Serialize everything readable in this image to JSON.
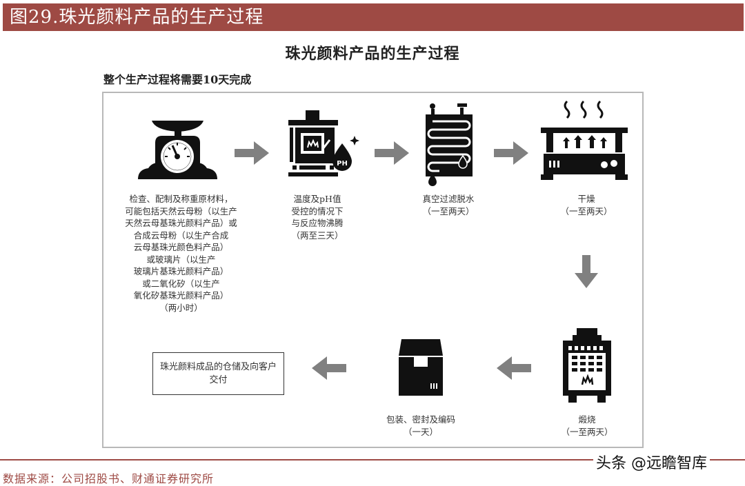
{
  "header": {
    "title": "图29.珠光颜料产品的生产过程",
    "bar_color": "#9e4a44"
  },
  "diagram": {
    "title": "珠光颜料产品的生产过程",
    "subtitle": "整个生产过程将需要10天完成",
    "steps": [
      {
        "icon": "scale-icon",
        "lines": [
          "检查、配制及称重原材料，",
          "可能包括天然云母粉（以生产",
          "天然云母基珠光颜料产品）或",
          "合成云母粉（以生产合成",
          "云母基珠光颜色料产品）",
          "或玻璃片（以生产",
          "玻璃片基珠光颜料产品）",
          "或二氧化矽（以生产",
          "氧化矽基珠光颜料产品）",
          "（两小时）"
        ]
      },
      {
        "icon": "reactor-ph-icon",
        "lines": [
          "温度及pH值",
          "受控的情况下",
          "与反应物沸腾",
          "（两至三天）"
        ]
      },
      {
        "icon": "vacuum-filter-icon",
        "lines": [
          "真空过滤脱水",
          "（一至两天）"
        ]
      },
      {
        "icon": "dryer-icon",
        "lines": [
          "干燥",
          "（一至两天）"
        ]
      },
      {
        "icon": "kiln-icon",
        "lines": [
          "煅烧",
          "（一至两天）"
        ]
      },
      {
        "icon": "package-box-icon",
        "lines": [
          "包装、密封及编码",
          "（一天）"
        ]
      }
    ],
    "final_step": "珠光颜料成品的仓储及向客户交付",
    "arrow_color": "#808080"
  },
  "footer": {
    "source": "数据来源：公司招股书、财通证券研究所",
    "watermark": "头条 @远瞻智库"
  }
}
